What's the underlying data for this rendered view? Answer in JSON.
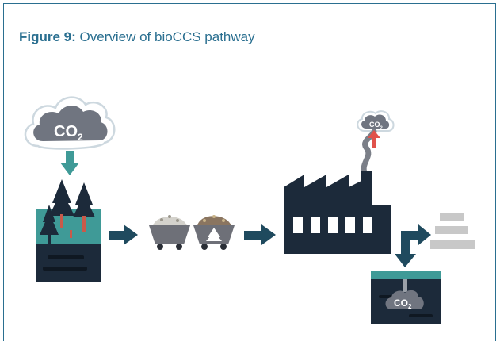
{
  "figure": {
    "label": "Figure 9:",
    "title": " Overview of bioCCS pathway"
  },
  "diagram": {
    "co2_cloud_large": {
      "text": "CO",
      "subscript": "2"
    },
    "co2_cloud_small": {
      "text": "CO",
      "subscript": "2"
    },
    "co2_underground": {
      "text": "CO",
      "subscript": "2"
    }
  },
  "colors": {
    "accent": "#2a6f90",
    "dark_navy": "#1c2a3a",
    "teal": "#3f9a97",
    "smoke_grey": "#7b7f88",
    "cloud_grey": "#707580",
    "red_arrow": "#e0524b",
    "light_grey": "#c8c8c8"
  },
  "icons": [
    "co2-cloud-icon",
    "down-arrow-icon",
    "forest-icon",
    "right-arrow-icon",
    "wood-chip-cart-icon",
    "pellet-cart-icon",
    "factory-icon",
    "smoke-cloud-icon",
    "bidirectional-arrow-icon",
    "product-stack-icon",
    "underground-storage-icon"
  ]
}
